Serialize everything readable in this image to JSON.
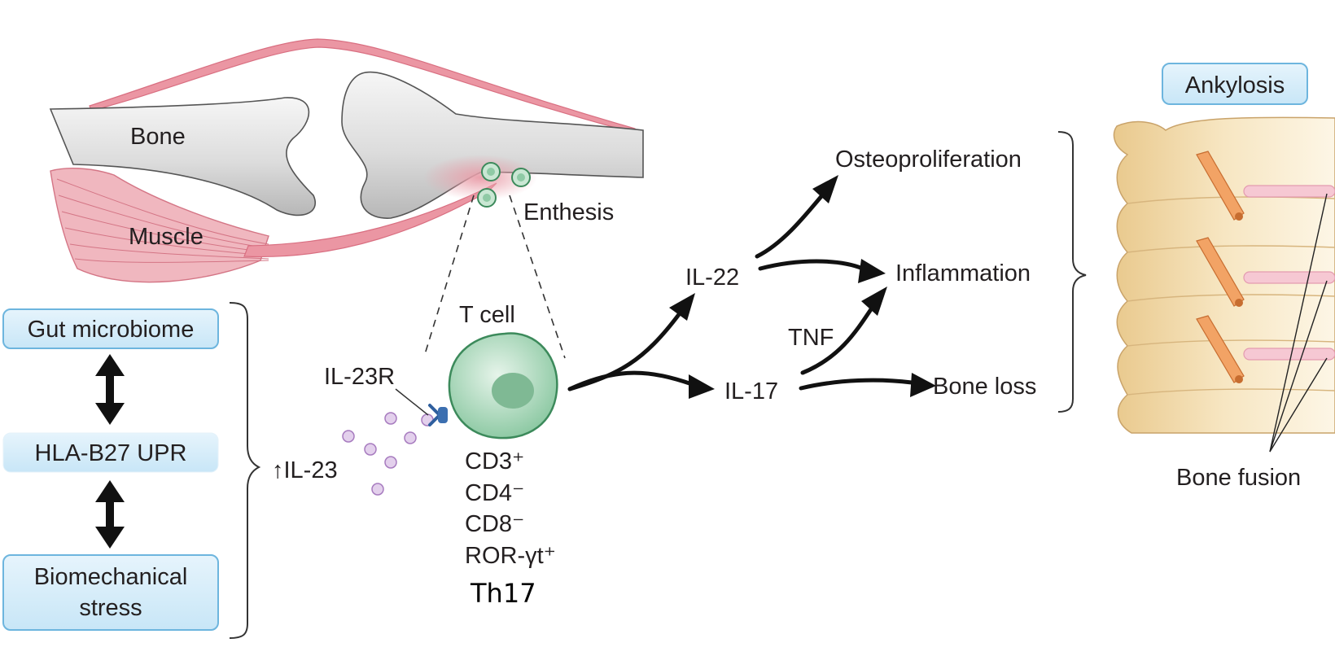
{
  "anatomy": {
    "bone": "Bone",
    "muscle": "Muscle",
    "enthesis": "Enthesis"
  },
  "triggers": {
    "gut": "Gut microbiome",
    "hla": "HLA-B27 UPR",
    "stress_line1": "Biomechanical",
    "stress_line2": "stress"
  },
  "il23": "↑IL-23",
  "il23r": "IL-23R",
  "tcell": {
    "title": "T cell",
    "markers": [
      "CD3⁺",
      "CD4⁻",
      "CD8⁻",
      "ROR-γt⁺"
    ],
    "subset": "Th17"
  },
  "cytokines": {
    "il22": "IL-22",
    "il17": "IL-17",
    "tnf": "TNF"
  },
  "outcomes": {
    "osteo": "Osteoproliferation",
    "inflammation": "Inflammation",
    "boneloss": "Bone loss"
  },
  "ankylosis": "Ankylosis",
  "bone_fusion": "Bone fusion",
  "colors": {
    "box_fill": "#d4ecf9",
    "box_stroke": "#5aaedc",
    "tcell": "#8fcaa5",
    "cytokine_dot": "#c7a3d6",
    "tendon": "#e8929f",
    "bone": "#d7d7d7",
    "vertebra": "#f4dfb3"
  }
}
